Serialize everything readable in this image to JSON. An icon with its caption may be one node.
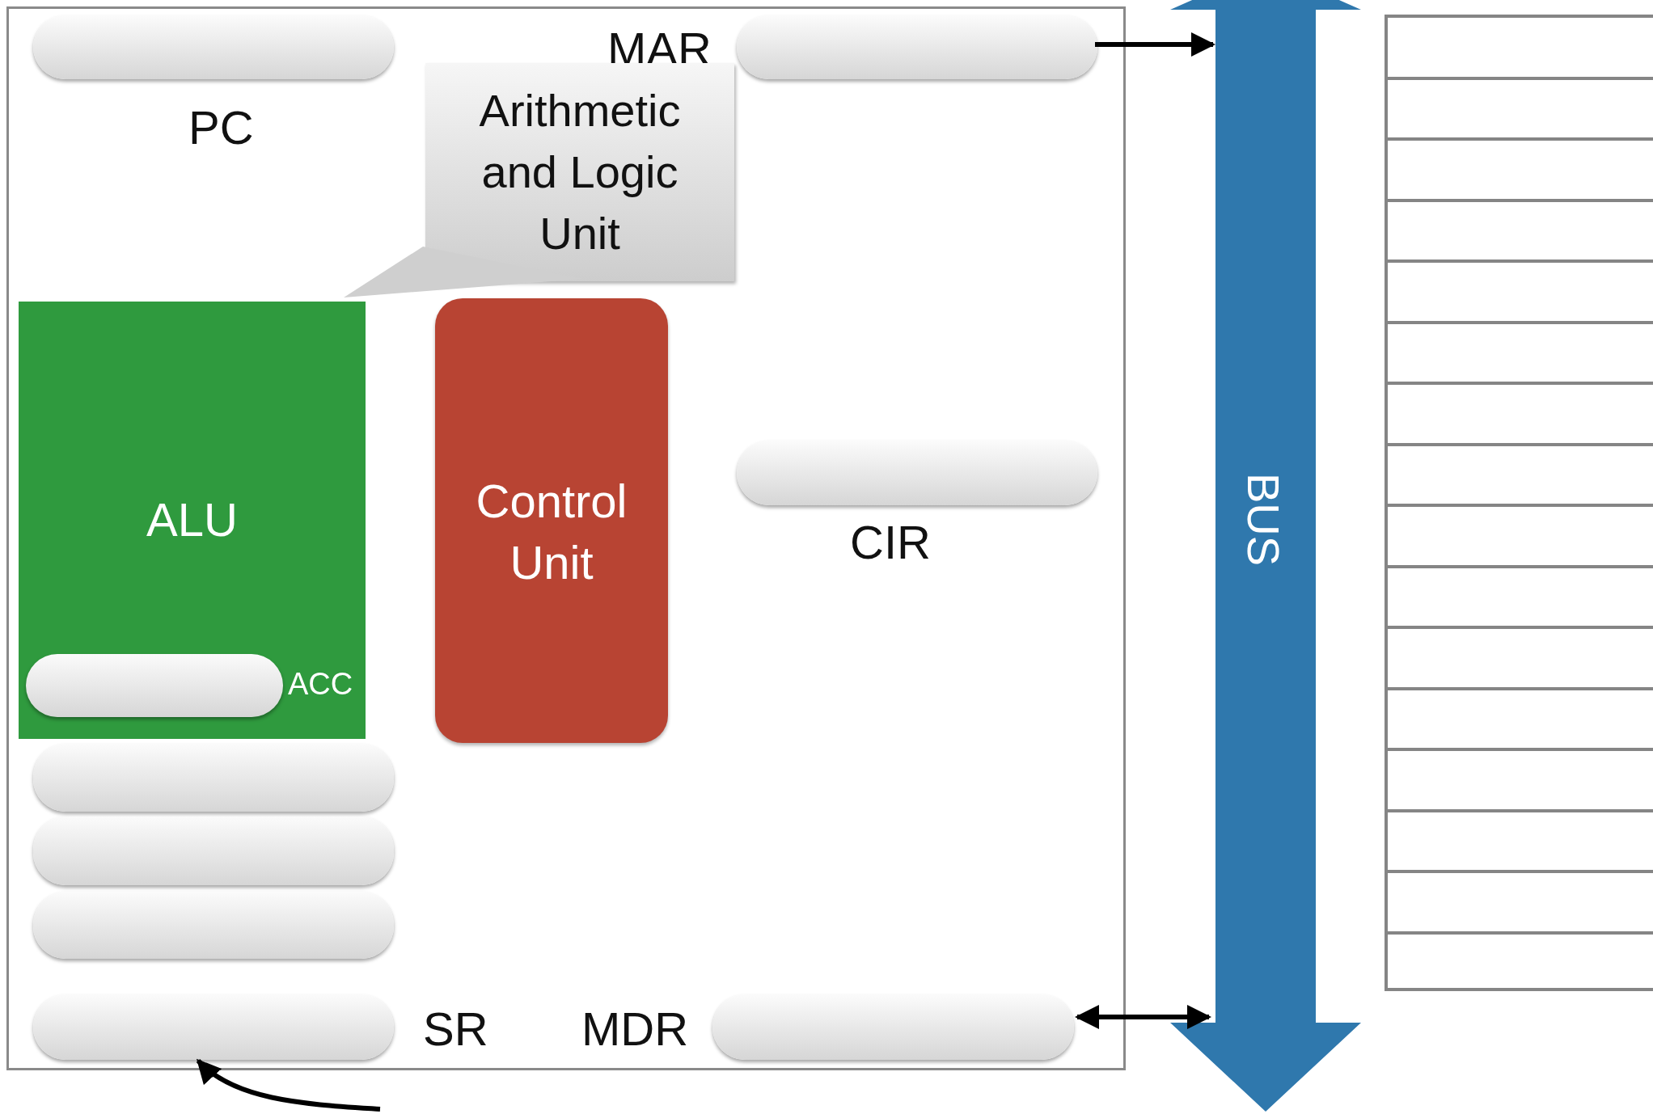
{
  "diagram": {
    "nodes": [
      {
        "text": [],
        "shape": "box"
      },
      {
        "text": [
          "PC"
        ],
        "in": 0
      },
      {
        "text": [
          "MAR"
        ],
        "in": 0
      },
      {
        "text": [
          "Arithmetic and Logic Unit"
        ],
        "in": 0
      },
      {
        "text": [
          "ALU"
        ],
        "in": 0
      },
      {
        "text": [
          "ACC"
        ],
        "in": 4
      },
      {
        "text": [
          "Control Unit"
        ],
        "in": 0
      },
      {
        "text": [
          "CIR"
        ],
        "in": 0
      },
      {
        "text": [],
        "shape": "bar",
        "in": 0
      },
      {
        "text": [],
        "shape": "bar",
        "in": 0
      },
      {
        "text": [],
        "shape": "bar",
        "in": 0
      },
      {
        "text": [
          "SR"
        ],
        "in": 0
      },
      {
        "text": [
          "MDR"
        ],
        "in": 0
      },
      {
        "text": [
          "BUS"
        ]
      },
      {
        "text": [],
        "shape": "box"
      }
    ],
    "edges": [
      {
        "from": 2,
        "to": 13,
        "arrow": "to"
      },
      {
        "from": 12,
        "to": 13,
        "arrow": "both"
      },
      {
        "from": 3,
        "to": 4,
        "arrow": "none"
      },
      {
        "from": null,
        "to": 11,
        "arrow": "to"
      }
    ]
  }
}
